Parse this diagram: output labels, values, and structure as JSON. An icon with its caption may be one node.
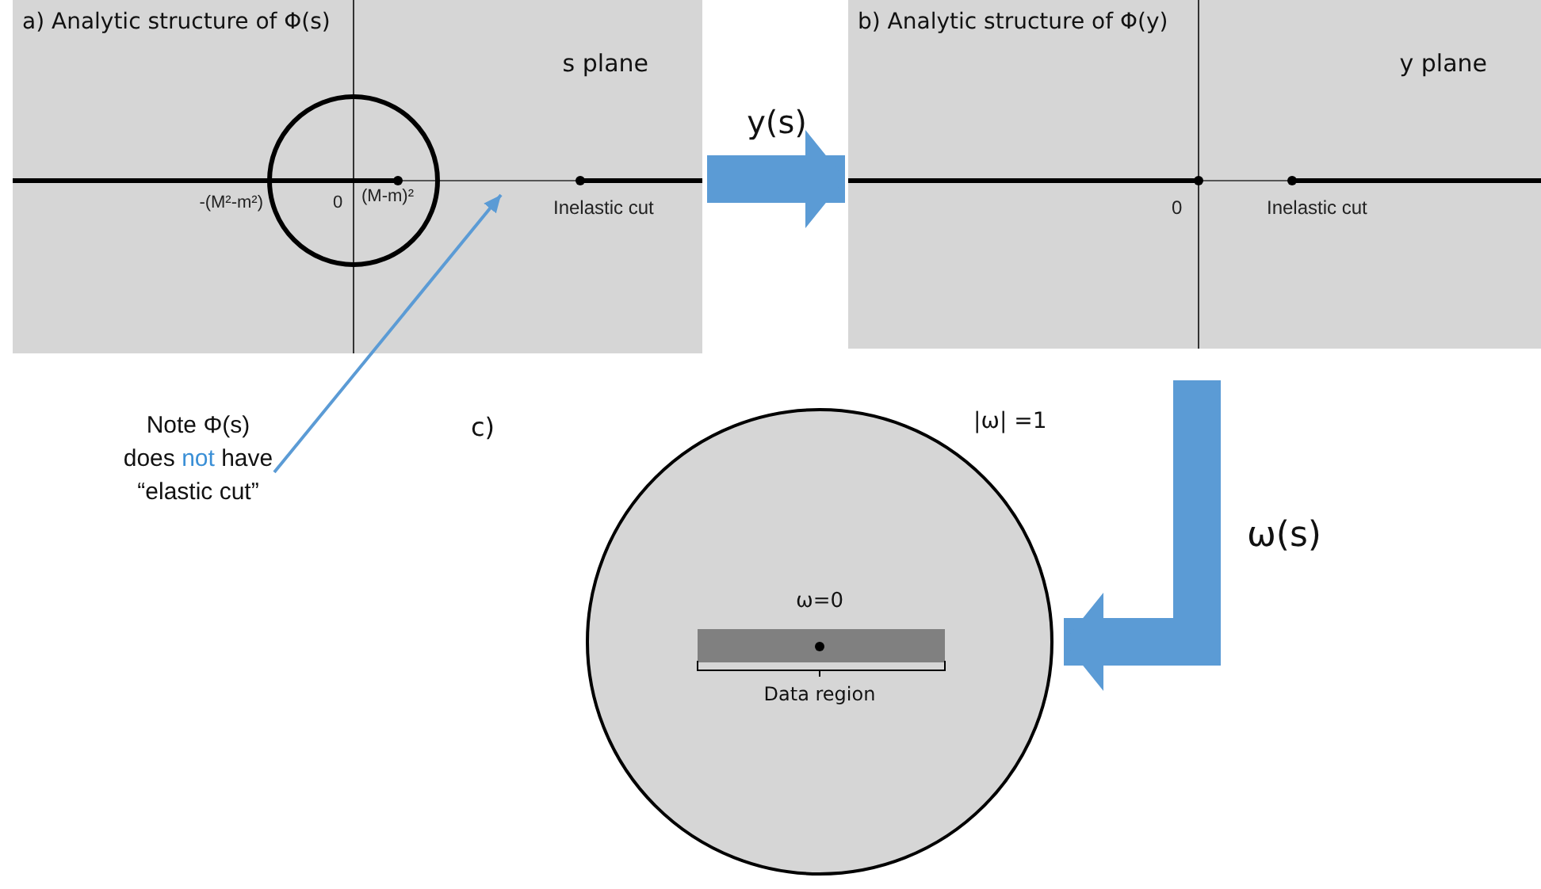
{
  "diagram": {
    "nodes": [
      {
        "text": [
          "a) Analytic structure of Φ(s)",
          "s plane"
        ]
      },
      {
        "text": [
          "b) Analytic structure of Φ(y)",
          "y plane"
        ]
      },
      {
        "text": [
          "ω=0",
          "Data region"
        ],
        "beside": [
          "c)",
          "|ω| =1"
        ]
      },
      {
        "text": [
          "Note Φ(s) does *not* have “elastic cut”"
        ]
      }
    ],
    "edges": [
      {
        "from": 0,
        "to": 1,
        "arrow": "to",
        "label": "y(s)"
      },
      {
        "from": 1,
        "to": 2,
        "arrow": "to",
        "label": "ω(s)"
      },
      {
        "from": 3,
        "to": 0,
        "arrow": "to"
      }
    ],
    "labels": [
      "-(M²-m²)",
      "0",
      "(M-m)²",
      "Inelastic cut",
      "0",
      "Inelastic cut"
    ]
  }
}
